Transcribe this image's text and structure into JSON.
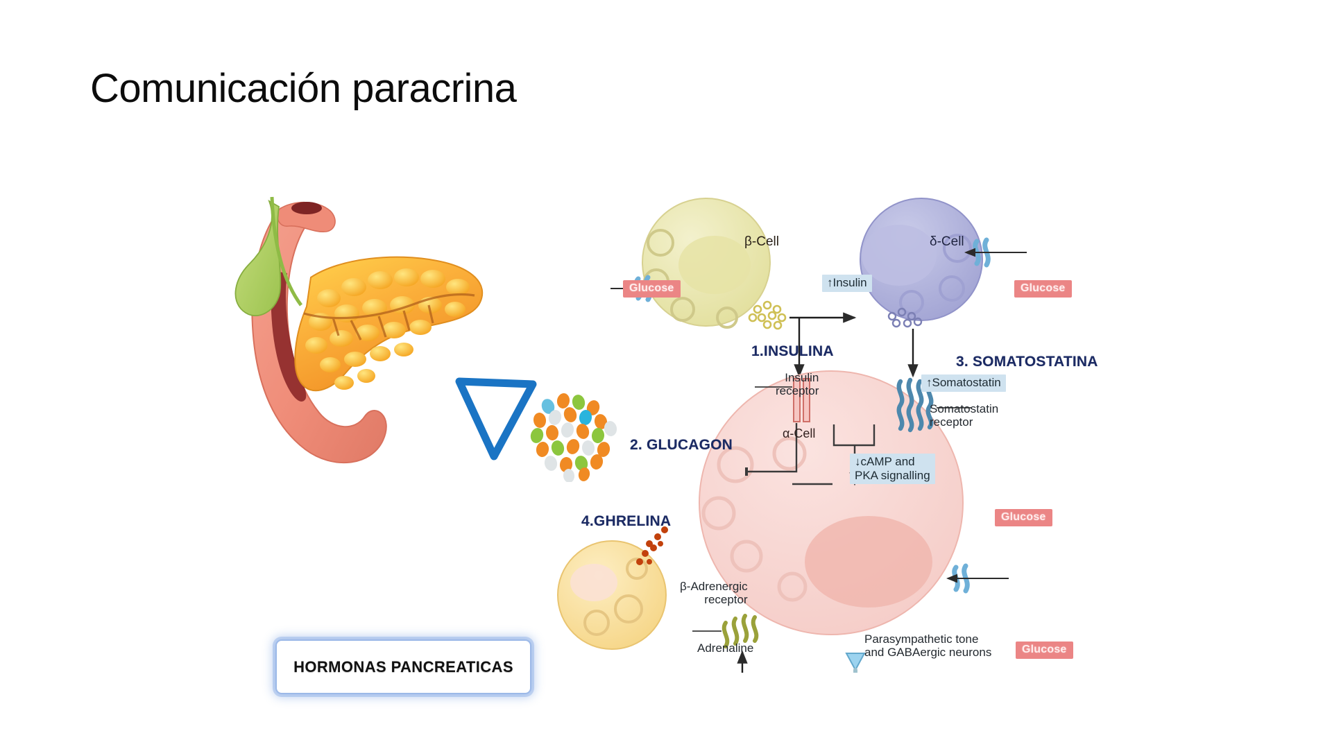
{
  "slide": {
    "title": "Comunicación paracrina",
    "background_color": "#ffffff",
    "title_color": "#0c0c0c"
  },
  "hormone_labels": [
    {
      "id": "insulina",
      "text": "1.INSULINA",
      "color": "#1b2a63"
    },
    {
      "id": "glucagon",
      "text": "2. GLUCAGON",
      "color": "#1b2a63"
    },
    {
      "id": "somatostatina",
      "text": "3. SOMATOSTATINA",
      "color": "#1b2a63"
    },
    {
      "id": "ghrelina",
      "text": "4.GHRELINA",
      "color": "#1b2a63"
    }
  ],
  "callout_box": {
    "text": "HORMONAS PANCREATICAS",
    "border_color": "#9cb9e8",
    "glow_color": "#78a0e1",
    "background": "#ffffff"
  },
  "diagram": {
    "cells": [
      {
        "id": "beta-cell",
        "label": "β-Cell",
        "fill": "#ebe9b4"
      },
      {
        "id": "delta-cell",
        "label": "δ-Cell",
        "fill": "#b3b4dd"
      },
      {
        "id": "alpha-cell",
        "label": "α-Cell",
        "fill": "#f8d8d4"
      },
      {
        "id": "ghrelin-cell",
        "label": "",
        "fill": "#f7dda1"
      }
    ],
    "glucose_badges": [
      {
        "id": "glucose-beta",
        "text": "Glucose"
      },
      {
        "id": "glucose-delta",
        "text": "Glucose"
      },
      {
        "id": "glucose-alpha",
        "text": "Glucose"
      },
      {
        "id": "glucose-neuron",
        "text": "Glucose"
      }
    ],
    "signal_badges": [
      {
        "id": "insulin-up",
        "text": "↑Insulin"
      },
      {
        "id": "somatostatin-up",
        "text": "↑Somatostatin"
      },
      {
        "id": "camp-down",
        "text": "↓cAMP and\nPKA signalling"
      }
    ],
    "annotations": [
      {
        "id": "insulin-receptor",
        "text": "Insulin\nreceptor"
      },
      {
        "id": "somatostatin-receptor",
        "text": "Somatostatin\nreceptor"
      },
      {
        "id": "beta-adrenergic-receptor",
        "text": "β-Adrenergic\nreceptor"
      },
      {
        "id": "adrenaline",
        "text": "Adrenaline"
      },
      {
        "id": "parasympathetic-tone",
        "text": "Parasympathetic tone\nand GABAergic neurons"
      }
    ],
    "pointer": {
      "id": "blue-triangle-pointer",
      "color": "#1a74c4"
    }
  }
}
